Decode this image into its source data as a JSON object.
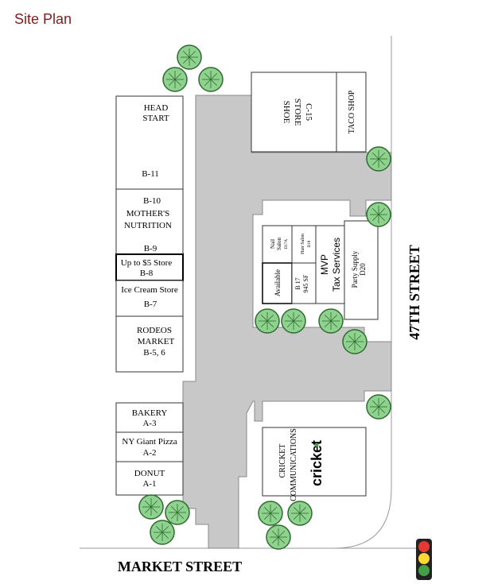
{
  "title": "Site Plan",
  "streets": {
    "market": "MARKET STREET",
    "forty_seventh": "47TH STREET"
  },
  "left_stores": [
    {
      "id": "head-start",
      "lines": [
        "HEAD",
        "START"
      ],
      "unit": "B-11"
    },
    {
      "id": "mothers-nutrition",
      "lines": [
        "B-10",
        "MOTHER'S",
        "NUTRITION"
      ],
      "unit": "B-9"
    },
    {
      "id": "up-to-5",
      "lines": [
        "Up to $5 Store",
        "B-8"
      ]
    },
    {
      "id": "ice-cream",
      "lines": [
        "Ice Cream Store",
        "B-7"
      ]
    },
    {
      "id": "rodeos",
      "lines": [
        "RODEOS",
        "MARKET",
        "B-5, 6"
      ]
    },
    {
      "id": "bakery",
      "lines": [
        "BAKERY",
        "A-3"
      ]
    },
    {
      "id": "ny-pizza",
      "lines": [
        "NY Giant Pizza",
        "A-2"
      ]
    },
    {
      "id": "donut",
      "lines": [
        "DONUT",
        "A-1"
      ]
    }
  ],
  "right_stores": {
    "shoe_store": [
      "SHOE",
      "STORE",
      "C-15"
    ],
    "taco_shop": "TACO SHOP",
    "nail_salon": [
      "Nail",
      "Salon",
      "D17A"
    ],
    "hair_salon": [
      "Hair Salon",
      "D18"
    ],
    "available": "Available",
    "b17": [
      "B 17",
      "945 SF"
    ],
    "mvp": [
      "MVP",
      "Tax Services"
    ],
    "party_supply": [
      "Party Supply",
      "D20"
    ],
    "cricket_name": [
      "CRICKET",
      "COMMUNICATIONS"
    ],
    "cricket_logo": "cricket"
  },
  "traffic_light_colors": [
    "#e53935",
    "#fdd835",
    "#43a047"
  ],
  "colors": {
    "road": "#c8c8c8",
    "tree": "#8fd28f",
    "tree_stroke": "#2e6b2e",
    "title": "#7a1f1f"
  }
}
